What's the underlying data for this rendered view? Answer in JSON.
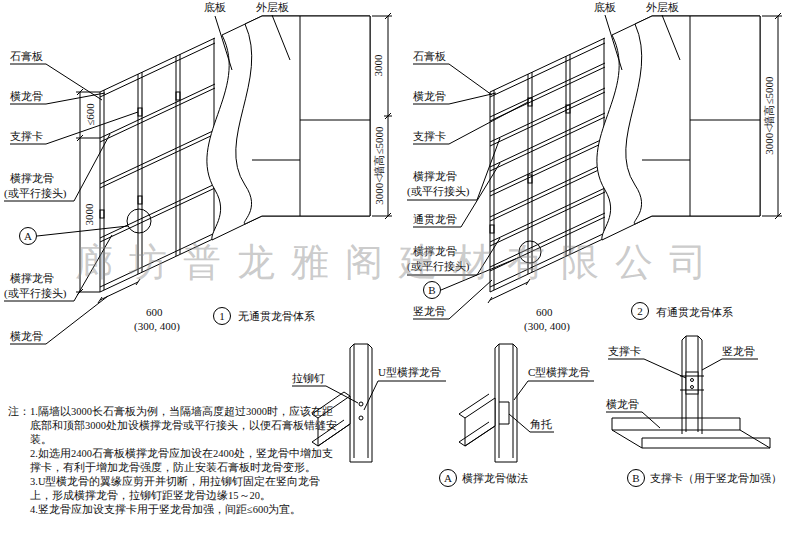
{
  "diagram": {
    "nodes": [
      {
        "text": [
          "A"
        ]
      },
      {
        "text": [
          "1"
        ]
      },
      {
        "text": [
          "B"
        ]
      },
      {
        "text": [
          "2"
        ]
      },
      {
        "text": [
          "A"
        ]
      },
      {
        "text": [
          "B"
        ]
      }
    ],
    "labels": [
      "底板",
      "外层板",
      "石膏板",
      "横龙骨",
      "支撑卡",
      "横撑龙骨",
      "(或平行接头)",
      "≤600",
      "3000",
      "3000",
      "3000<墙高≤5000",
      "横撑龙骨",
      "(或平行接头)",
      "600",
      "(300, 400)",
      "横龙骨",
      "无通贯龙骨体系",
      "底板",
      "外层板",
      "石膏板",
      "横龙骨",
      "支撑卡",
      "横撑龙骨",
      "(或平行接头)",
      "通贯龙骨",
      "横撑龙骨",
      "(或平行接头)",
      "竖龙骨",
      "600",
      "(300, 400)",
      "有通贯龙骨体系",
      "3000<墙高≤5000",
      "拉铆钉",
      "U型横撑龙骨",
      "C型横撑龙骨",
      "角托",
      "横撑龙骨做法",
      "支撑卡",
      "竖龙骨",
      "横龙骨",
      "支撑卡（用于竖龙骨加强）",
      "注：",
      "1.隔墙以3000长石膏板为例，当隔墙高度超过3000时，应该在距底部和顶部3000处加设横撑龙骨或平行接头，以便石膏板错缝安装。",
      "2.如选用2400石膏板横撑龙骨应加设在2400处，竖龙骨中增加支撑卡，有利于增加龙骨强度，防止安装石膏板时龙骨变形。",
      "3.U型横龙骨的翼缘应剪开并切断，用拉铆钉固定在竖向龙骨上，形成横撑龙骨，拉铆钉距竖龙骨边缘15～20。",
      "4.竖龙骨应加设支撑卡用于竖龙骨加强，间距≤600为宜。",
      "廊坊普龙雅阁建材有限公司"
    ]
  }
}
